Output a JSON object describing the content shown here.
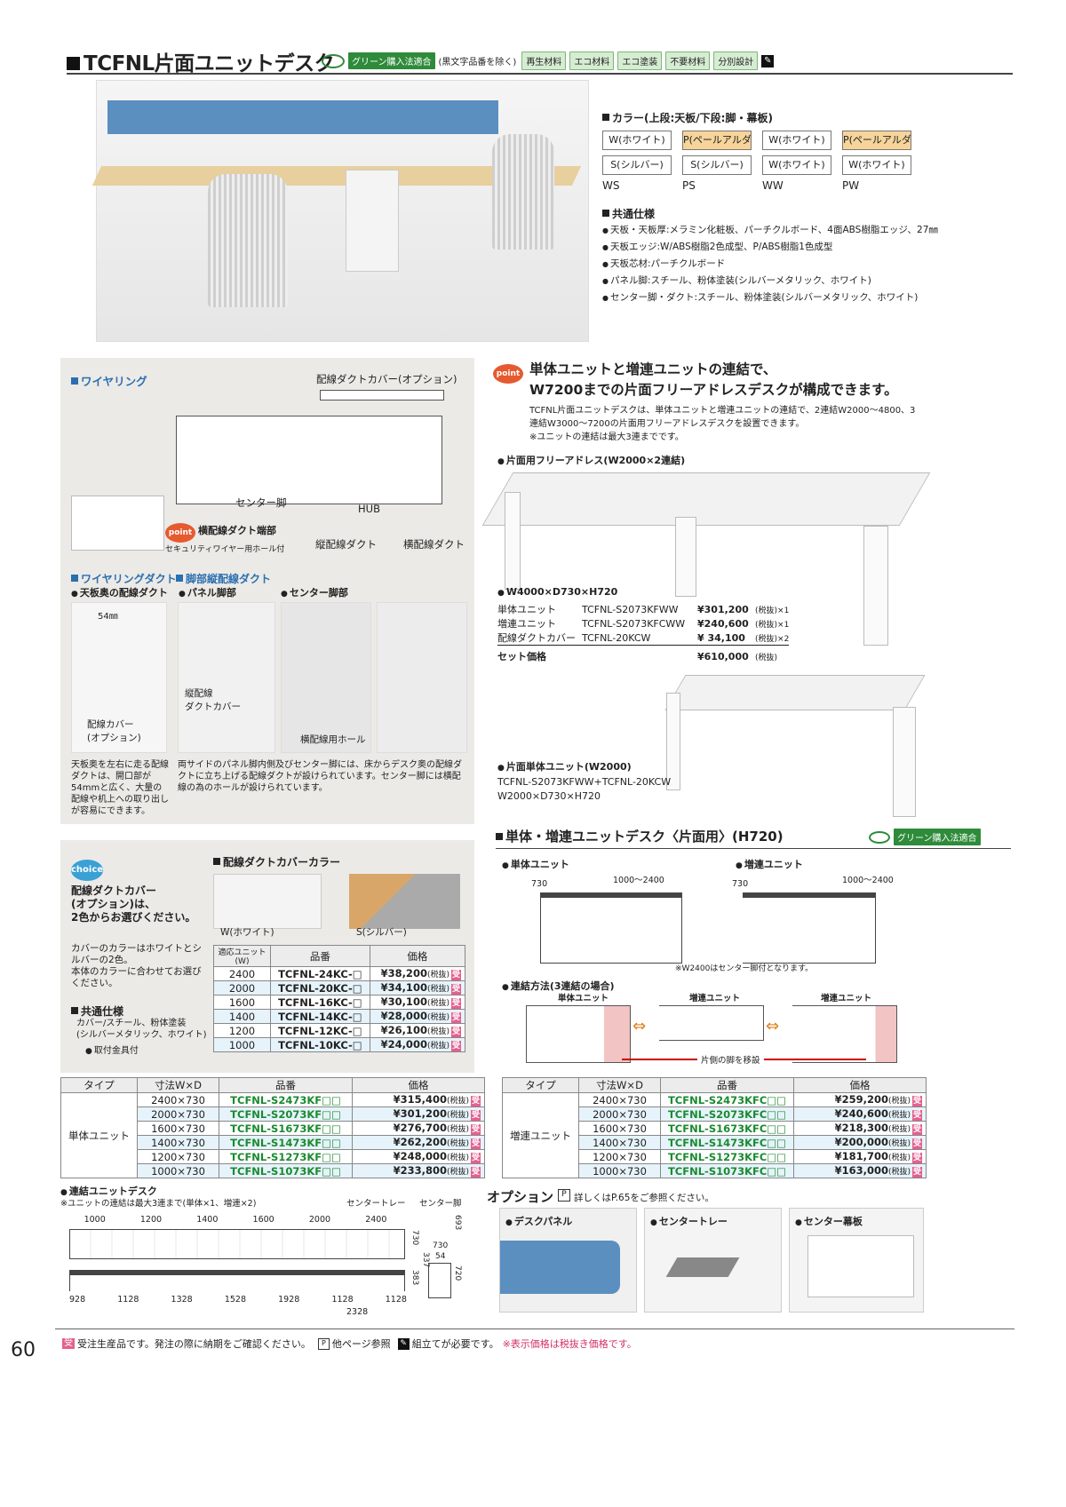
{
  "header": {
    "title": "TCFNL片面ユニットデスク",
    "green_tag": "グリーン購入法適合",
    "green_note": "(黒文字品番を除く)",
    "eco_tags": [
      "再生材料",
      "エコ材料",
      "エコ塗装",
      "不要材料",
      "分別設計"
    ]
  },
  "colors": {
    "title": "カラー(上段:天板/下段:脚・幕板)",
    "options": [
      {
        "top": "W(ホワイト)",
        "bottom": "S(シルバー)",
        "code": "WS"
      },
      {
        "top": "P(ペールアルダー)",
        "bottom": "S(シルバー)",
        "code": "PS"
      },
      {
        "top": "W(ホワイト)",
        "bottom": "W(ホワイト)",
        "code": "WW"
      },
      {
        "top": "P(ペールアルダー)",
        "bottom": "W(ホワイト)",
        "code": "PW"
      }
    ]
  },
  "common_spec": {
    "title": "共通仕様",
    "items": [
      "天板・天板厚:メラミン化粧板、パーチクルボード、4面ABS樹脂エッジ、27㎜",
      "天板エッジ:W/ABS樹脂2色成型、P/ABS樹脂1色成型",
      "天板芯材:パーチクルボード",
      "パネル脚:スチール、粉体塗装(シルバーメタリック、ホワイト)",
      "センター脚・ダクト:スチール、粉体塗装(シルバーメタリック、ホワイト)"
    ]
  },
  "wiring": {
    "title": "ワイヤリング",
    "cover_opt": "配線ダクトカバー(オプション)",
    "center_leg": "センター脚",
    "hub": "HUB",
    "vertical": "縦配線ダクト",
    "horizontal": "横配線ダクト",
    "point": "point",
    "point_title": "横配線ダクト端部",
    "point_sub": "セキュリティワイヤー用ホール付",
    "duct_title": "ワイヤリングダクト",
    "leg_title": "脚部縦配線ダクト",
    "sub1": "天板奥の配線ダクト",
    "sub2": "パネル脚部",
    "sub3": "センター脚部",
    "mm54": "54㎜",
    "cover_label": "配線カバー\n(オプション)",
    "vert_cover": "縦配線\nダクトカバー",
    "horiz_hole": "横配線用ホール",
    "desc1": "天板奥を左右に走る配線ダクトは、開口部が54mmと広く、大量の配線や机上への取り出しが容易にできます。",
    "desc2": "両サイドのパネル脚内側及びセンター脚には、床からデスク奥の配線ダクトに立ち上げる配線ダクトが設けられています。センター脚には横配線の為のホールが設けられています。"
  },
  "point_block": {
    "badge": "point",
    "headline1": "単体ユニットと増連ユニットの連結で、",
    "headline2": "W7200までの片面フリーアドレスデスクが構成できます。",
    "body": "TCFNL片面ユニットデスクは、単体ユニットと増連ユニットの連結で、2連結W2000～4800、3連結W3000～7200の片面用フリーアドレスデスクを設置できます。\n※ユニットの連結は最大3連までです。",
    "free_title": "片面用フリーアドレス(W2000×2連結)",
    "set_size": "W4000×D730×H720",
    "set_rows": [
      {
        "name": "単体ユニット",
        "code": "TCFNL-S2073KFWW",
        "price": "¥301,200",
        "tax": "(税抜)×1"
      },
      {
        "name": "増連ユニット",
        "code": "TCFNL-S2073KFCWW",
        "price": "¥240,600",
        "tax": "(税抜)×1"
      },
      {
        "name": "配線ダクトカバー",
        "code": "TCFNL-20KCW",
        "price": "¥  34,100",
        "tax": "(税抜)×2"
      }
    ],
    "set_label": "セット価格",
    "set_price": "¥610,000",
    "set_tax": "(税抜)",
    "single_title": "片面単体ユニット(W2000)",
    "single_code": "TCFNL-S2073KFWW+TCFNL-20KCW",
    "single_size": "W2000×D730×H720"
  },
  "cover_color": {
    "choice": "choice",
    "lead": "配線ダクトカバー\n(オプション)は、\n2色からお選びください。",
    "desc": "カバーのカラーはホワイトとシルバーの2色。\n本体のカラーに合わせてお選びください。",
    "spec_title": "共通仕様",
    "spec": "カバー/スチール、粉体塗装\n(シルバーメタリック、ホワイト)",
    "spec2": "取付金具付",
    "title": "配線ダクトカバーカラー",
    "w": "W(ホワイト)",
    "s": "S(シルバー)",
    "headers": [
      "適応ユニット(W)",
      "品番",
      "価格"
    ],
    "rows": [
      [
        "2400",
        "TCFNL-24KC-□",
        "¥38,200"
      ],
      [
        "2000",
        "TCFNL-20KC-□",
        "¥34,100"
      ],
      [
        "1600",
        "TCFNL-16KC-□",
        "¥30,100"
      ],
      [
        "1400",
        "TCFNL-14KC-□",
        "¥28,000"
      ],
      [
        "1200",
        "TCFNL-12KC-□",
        "¥26,100"
      ],
      [
        "1000",
        "TCFNL-10KC-□",
        "¥24,000"
      ]
    ],
    "tax": "(税抜)",
    "uke": "受"
  },
  "unit_section": {
    "title": "単体・増連ユニットデスク〈片面用〉(H720)",
    "green": "グリーン購入法適合",
    "single": "単体ユニット",
    "add": "増連ユニット",
    "dim730": "730",
    "dim_range": "1000～2400",
    "note2400": "※W2400はセンター脚付となります。",
    "conn_title": "連結方法(3連結の場合)",
    "conn_single": "単体ユニット",
    "conn_add1": "増連ユニット",
    "conn_add2": "増連ユニット",
    "move": "片側の脚を移設"
  },
  "price_tables": {
    "headers": [
      "タイプ",
      "寸法W×D",
      "品番",
      "価格"
    ],
    "single": {
      "type": "単体ユニット",
      "rows": [
        [
          "2400×730",
          "TCFNL-S2473KF□□",
          "¥315,400"
        ],
        [
          "2000×730",
          "TCFNL-S2073KF□□",
          "¥301,200"
        ],
        [
          "1600×730",
          "TCFNL-S1673KF□□",
          "¥276,700"
        ],
        [
          "1400×730",
          "TCFNL-S1473KF□□",
          "¥262,200"
        ],
        [
          "1200×730",
          "TCFNL-S1273KF□□",
          "¥248,000"
        ],
        [
          "1000×730",
          "TCFNL-S1073KF□□",
          "¥233,800"
        ]
      ]
    },
    "add": {
      "type": "増連ユニット",
      "rows": [
        [
          "2400×730",
          "TCFNL-S2473KFC□□",
          "¥259,200"
        ],
        [
          "2000×730",
          "TCFNL-S2073KFC□□",
          "¥240,600"
        ],
        [
          "1600×730",
          "TCFNL-S1673KFC□□",
          "¥218,300"
        ],
        [
          "1400×730",
          "TCFNL-S1473KFC□□",
          "¥200,000"
        ],
        [
          "1200×730",
          "TCFNL-S1273KFC□□",
          "¥181,700"
        ],
        [
          "1000×730",
          "TCFNL-S1073KFC□□",
          "¥163,000"
        ]
      ]
    },
    "tax": "(税抜)",
    "uke": "受"
  },
  "linked": {
    "title": "連結ユニットデスク",
    "note": "※ユニットの連結は最大3連まで(単体×1、増連×2)",
    "tray": "センタートレー",
    "leg": "センター脚",
    "top_dims": [
      "1000",
      "1200",
      "1400",
      "1600",
      "2000",
      "2400"
    ],
    "bottom_dims": [
      "928",
      "1128",
      "1328",
      "1528",
      "1928",
      "1128",
      "1128",
      "2328"
    ],
    "side_dims": [
      "730",
      "693",
      "730",
      "54",
      "383",
      "337",
      "720"
    ]
  },
  "options": {
    "title": "オプション",
    "ref": "詳しくはP.65をご参照ください。",
    "items": [
      "デスクパネル",
      "センタートレー",
      "センター幕板"
    ]
  },
  "footer": {
    "page": "60",
    "text1": "受注生産品です。発注の際に納期をご確認ください。",
    "text2": "他ページ参照",
    "text3": "組立てが必要です。",
    "text4": "※表示価格は税抜き価格です。",
    "uke": "受"
  }
}
